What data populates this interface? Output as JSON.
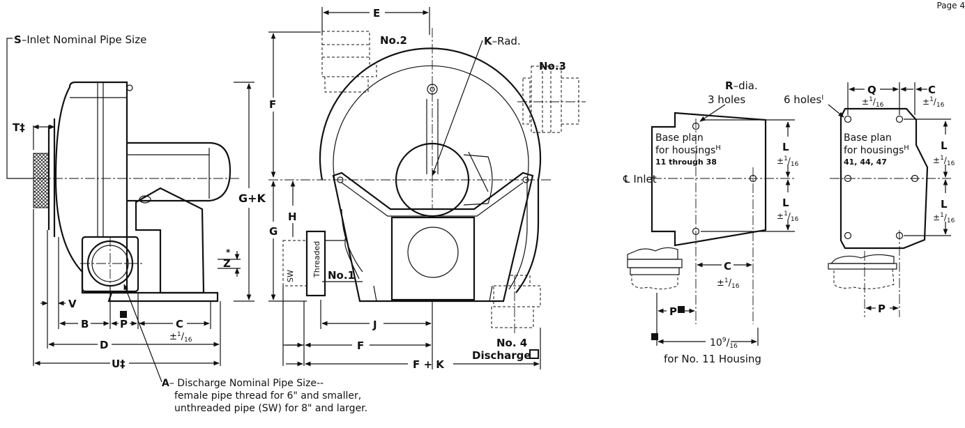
{
  "page_label": "Page 4",
  "side_view": {
    "S": "S",
    "S_text": "–Inlet Nominal Pipe Size",
    "T": "T‡",
    "G_plus_K": "G+K",
    "Z": "Z",
    "Z_star": "*",
    "V": "V",
    "B": "B",
    "P": "P",
    "C": "C",
    "tol": "±",
    "tol_num": "1",
    "tol_den": "16",
    "D": "D",
    "U": "U‡",
    "A": "A",
    "A_line1": "– Discharge Nominal Pipe Size--",
    "A_line2": "female pipe thread for 6\" and smaller,",
    "A_line3": "unthreaded pipe (SW) for 8\" and larger."
  },
  "front_view": {
    "E": "E",
    "no2": "No.2",
    "K_rad": "–Rad.",
    "K": "K",
    "no3": "No.3",
    "F_top": "F",
    "G": "G",
    "H": "H",
    "SW": "SW",
    "threaded": "Threaded",
    "no1": "No.1",
    "J": "J",
    "F_bottom": "F",
    "F_plus_K": "F + K",
    "no4": "No. 4",
    "discharge": "Discharge"
  },
  "base_plan_1": {
    "R": "R",
    "R_text": "–dia.",
    "holes3": "3 holes",
    "line1": "Base plan",
    "line2": "for housings",
    "sup": "H",
    "range": "11 through 38",
    "inlet": "℄ Inlet",
    "L": "L",
    "C": "C",
    "P": "P",
    "dim_whole": "10",
    "dim_num": "9",
    "dim_den": "16",
    "for_no11": "for No. 11 Housing"
  },
  "base_plan_2": {
    "holes6": "6 holes",
    "holes6_sup": "I",
    "Q": "Q",
    "C": "C",
    "line1": "Base plan",
    "line2": "for housings",
    "sup": "H",
    "range": "41, 44, 47",
    "L": "L",
    "P": "P"
  }
}
